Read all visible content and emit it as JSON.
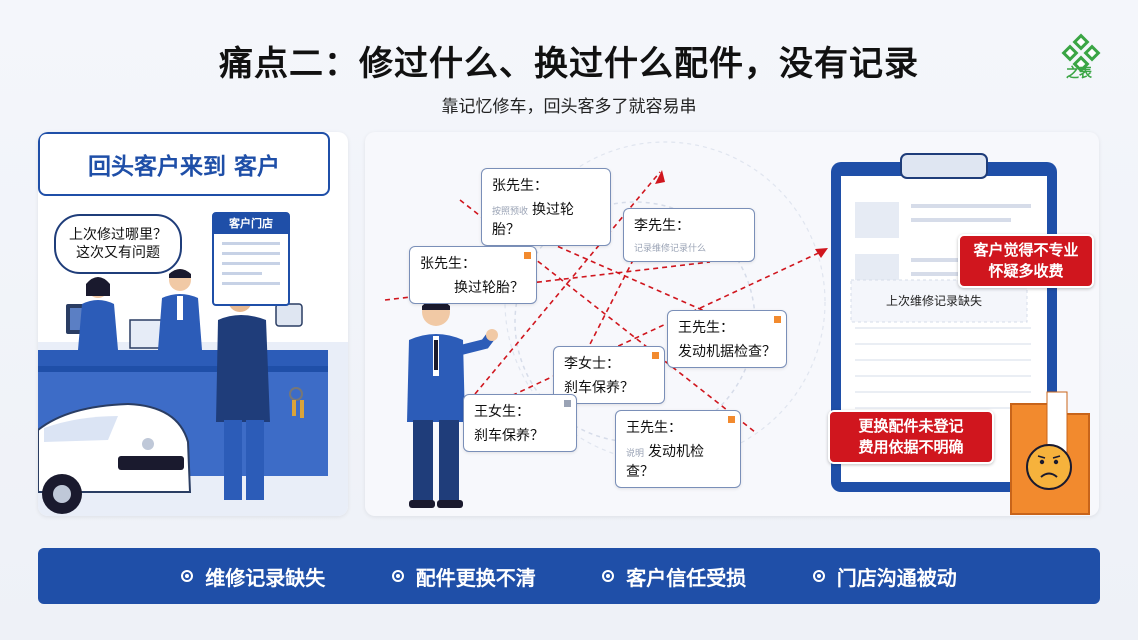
{
  "header": {
    "title": "痛点二：修过什么、换过什么配件，没有记录",
    "subtitle": "靠记忆修车，回头客多了就容易串",
    "logo_text": "之表"
  },
  "left_panel": {
    "banner": "回头客户来到 客户",
    "bubble_line1": "上次修过哪里？",
    "bubble_line2": "这次又有问题",
    "shop_sign": "客户门店"
  },
  "cards": [
    {
      "name": "张先生：",
      "faint": "按照预收",
      "question": "换过轮胎？"
    },
    {
      "name": "李先生：",
      "faint": "记录维修记录什么",
      "question": ""
    },
    {
      "name": "张先生：",
      "faint": "",
      "question": "换过轮胎？"
    },
    {
      "name": "王先生：",
      "faint": "",
      "question": "发动机据检查？"
    },
    {
      "name": "李女士：",
      "faint": "",
      "question": "刹车保养？"
    },
    {
      "name": "王女生：",
      "faint": "",
      "question": "刹车保养？"
    },
    {
      "name": "王先生：",
      "faint": "说明",
      "question": "发动机检查？"
    }
  ],
  "clipboard": {
    "missing_text": "上次维修记录缺失"
  },
  "callouts": {
    "top_line1": "客户觉得不专业",
    "top_line2": "怀疑多收费",
    "bottom_line1": "更换配件未登记",
    "bottom_line2": "费用依据不明确"
  },
  "bottom_bar": {
    "items": [
      "维修记录缺失",
      "配件更换不清",
      "客户信任受损",
      "门店沟通被动"
    ]
  },
  "colors": {
    "brand_blue": "#1f4fa8",
    "alert_red": "#d0161e",
    "folder_orange": "#f28a2e",
    "logo_green": "#3aa544"
  }
}
